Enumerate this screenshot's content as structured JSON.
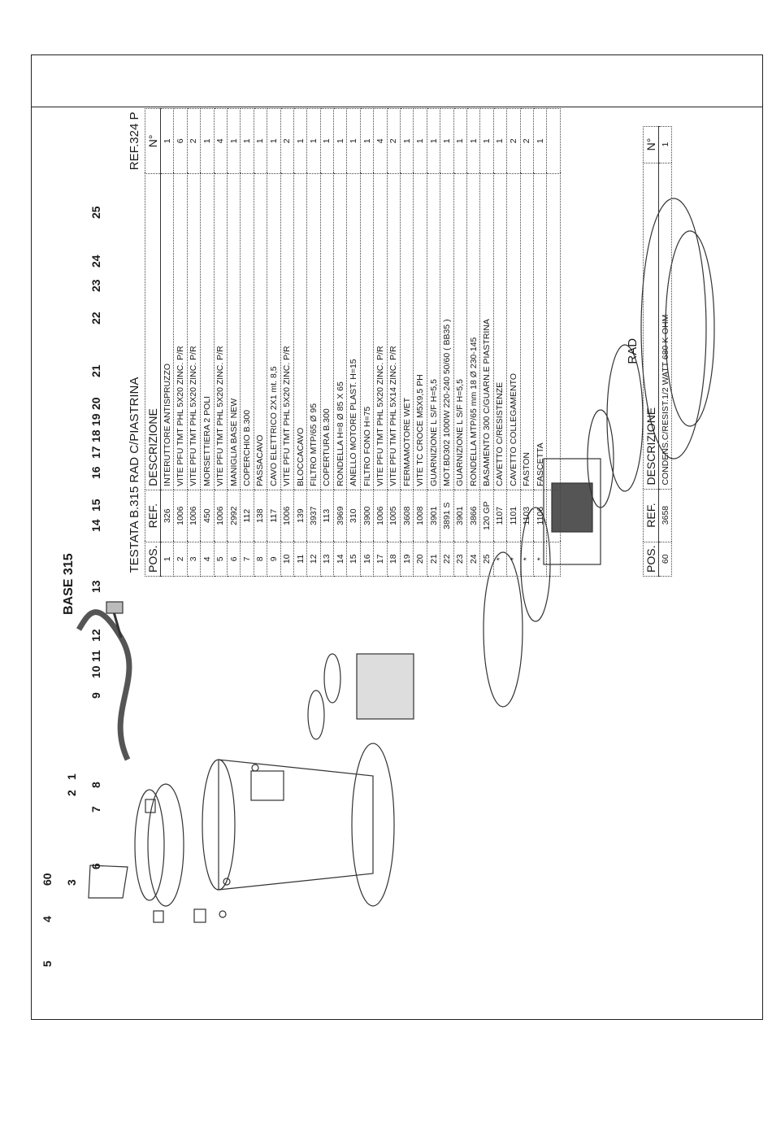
{
  "sheet": {
    "figure_title": "BASE 315",
    "callouts": [
      "5",
      "60",
      "4",
      "3",
      "2",
      "1",
      "6",
      "7",
      "8",
      "9",
      "10",
      "11",
      "12",
      "13",
      "14",
      "15",
      "16",
      "17",
      "18",
      "19",
      "20",
      "21",
      "22",
      "23",
      "24",
      "25"
    ]
  },
  "main_table": {
    "title": "TESTATA B.315 RAD C/PIASTRINA",
    "ref_code": "REF.324 P",
    "headers": {
      "pos": "POS.",
      "ref": "REF.",
      "desc": "DESCRIZIONE",
      "qty": "N°"
    },
    "rows": [
      {
        "pos": "1",
        "ref": "326",
        "desc": "INTERUTTORE ANTISPRUZZO",
        "qty": "1"
      },
      {
        "pos": "2",
        "ref": "1006",
        "desc": "VITE PFU TMT PHL 5X20 ZINC. P/R",
        "qty": "6"
      },
      {
        "pos": "3",
        "ref": "1006",
        "desc": "VITE PFU TMT PHL 5X20 ZINC. P/R",
        "qty": "2"
      },
      {
        "pos": "4",
        "ref": "450",
        "desc": "MORSETTIERA 2 POLI",
        "qty": "1"
      },
      {
        "pos": "5",
        "ref": "1006",
        "desc": "VITE PFU TMT PHL 5X20 ZINC. P/R",
        "qty": "4"
      },
      {
        "pos": "6",
        "ref": "2992",
        "desc": "MANIGLIA BASE NEW",
        "qty": "1"
      },
      {
        "pos": "7",
        "ref": "112",
        "desc": "COPERCHIO B.300",
        "qty": "1"
      },
      {
        "pos": "8",
        "ref": "138",
        "desc": "PASSACAVO",
        "qty": "1"
      },
      {
        "pos": "9",
        "ref": "117",
        "desc": "CAVO ELETTRICO 2X1 mt. 8,5",
        "qty": "1"
      },
      {
        "pos": "10",
        "ref": "1006",
        "desc": "VITE PFU TMT PHL 5X20 ZINC. P/R",
        "qty": "2"
      },
      {
        "pos": "11",
        "ref": "139",
        "desc": "BLOCCACAVO",
        "qty": "1"
      },
      {
        "pos": "12",
        "ref": "3937",
        "desc": "FILTRO MTP/65 Ø 95",
        "qty": "1"
      },
      {
        "pos": "13",
        "ref": "113",
        "desc": "COPERTURA B.300",
        "qty": "1"
      },
      {
        "pos": "14",
        "ref": "3969",
        "desc": "RONDELLA H=8 Ø 85 X 65",
        "qty": "1"
      },
      {
        "pos": "15",
        "ref": "310",
        "desc": "ANELLO MOTORE PLAST. H=15",
        "qty": "1"
      },
      {
        "pos": "16",
        "ref": "3900",
        "desc": "FILTRO FONO H=75",
        "qty": "1"
      },
      {
        "pos": "17",
        "ref": "1006",
        "desc": "VITE PFU TMT PHL 5X20 ZINC. P/R",
        "qty": "4"
      },
      {
        "pos": "18",
        "ref": "1005",
        "desc": "VITE PFU TMT PHL 5X14 ZINC. P/R",
        "qty": "2"
      },
      {
        "pos": "19",
        "ref": "3608",
        "desc": "FERMAMOTORE WET",
        "qty": "1"
      },
      {
        "pos": "20",
        "ref": "1008",
        "desc": "VITE TC CROCE M5X9,5 PH",
        "qty": "1"
      },
      {
        "pos": "21",
        "ref": "3901",
        "desc": "GUARNIZIONE L S/F H=5,5",
        "qty": "1"
      },
      {
        "pos": "22",
        "ref": "3891 S",
        "desc": "MOT.BD302 1000W 220-240 50/60 ( BB35 )",
        "qty": "1"
      },
      {
        "pos": "23",
        "ref": "3901",
        "desc": "GUARNIZIONE L S/F H=5,5",
        "qty": "1"
      },
      {
        "pos": "24",
        "ref": "3866",
        "desc": "RONDELLA MTP/65 mm 18 Ø 230-145",
        "qty": "1"
      },
      {
        "pos": "25",
        "ref": "120 GP",
        "desc": "BASAMENTO 300 C/GUARN.E PIASTRINA",
        "qty": "1"
      },
      {
        "pos": "*",
        "ref": "1107",
        "desc": "CAVETTO C/RESISTENZE",
        "qty": "1"
      },
      {
        "pos": "*",
        "ref": "1101",
        "desc": "CAVETTO COLLEGAMENTO",
        "qty": "2"
      },
      {
        "pos": "*",
        "ref": "1103",
        "desc": "FASTON",
        "qty": "2"
      },
      {
        "pos": "*",
        "ref": "1106",
        "desc": "FASCETTA",
        "qty": "1"
      },
      {
        "pos": "",
        "ref": "",
        "desc": "",
        "qty": ""
      }
    ]
  },
  "rad_table": {
    "title": "RAD",
    "headers": {
      "pos": "POS.",
      "ref": "REF.",
      "desc": "DESCRIZIONE",
      "qty": "N°"
    },
    "rows": [
      {
        "pos": "60",
        "ref": "3658",
        "desc": "CONDENS.C/RESIST.1/2 WATT 680 K-OHM",
        "qty": "1"
      }
    ]
  }
}
